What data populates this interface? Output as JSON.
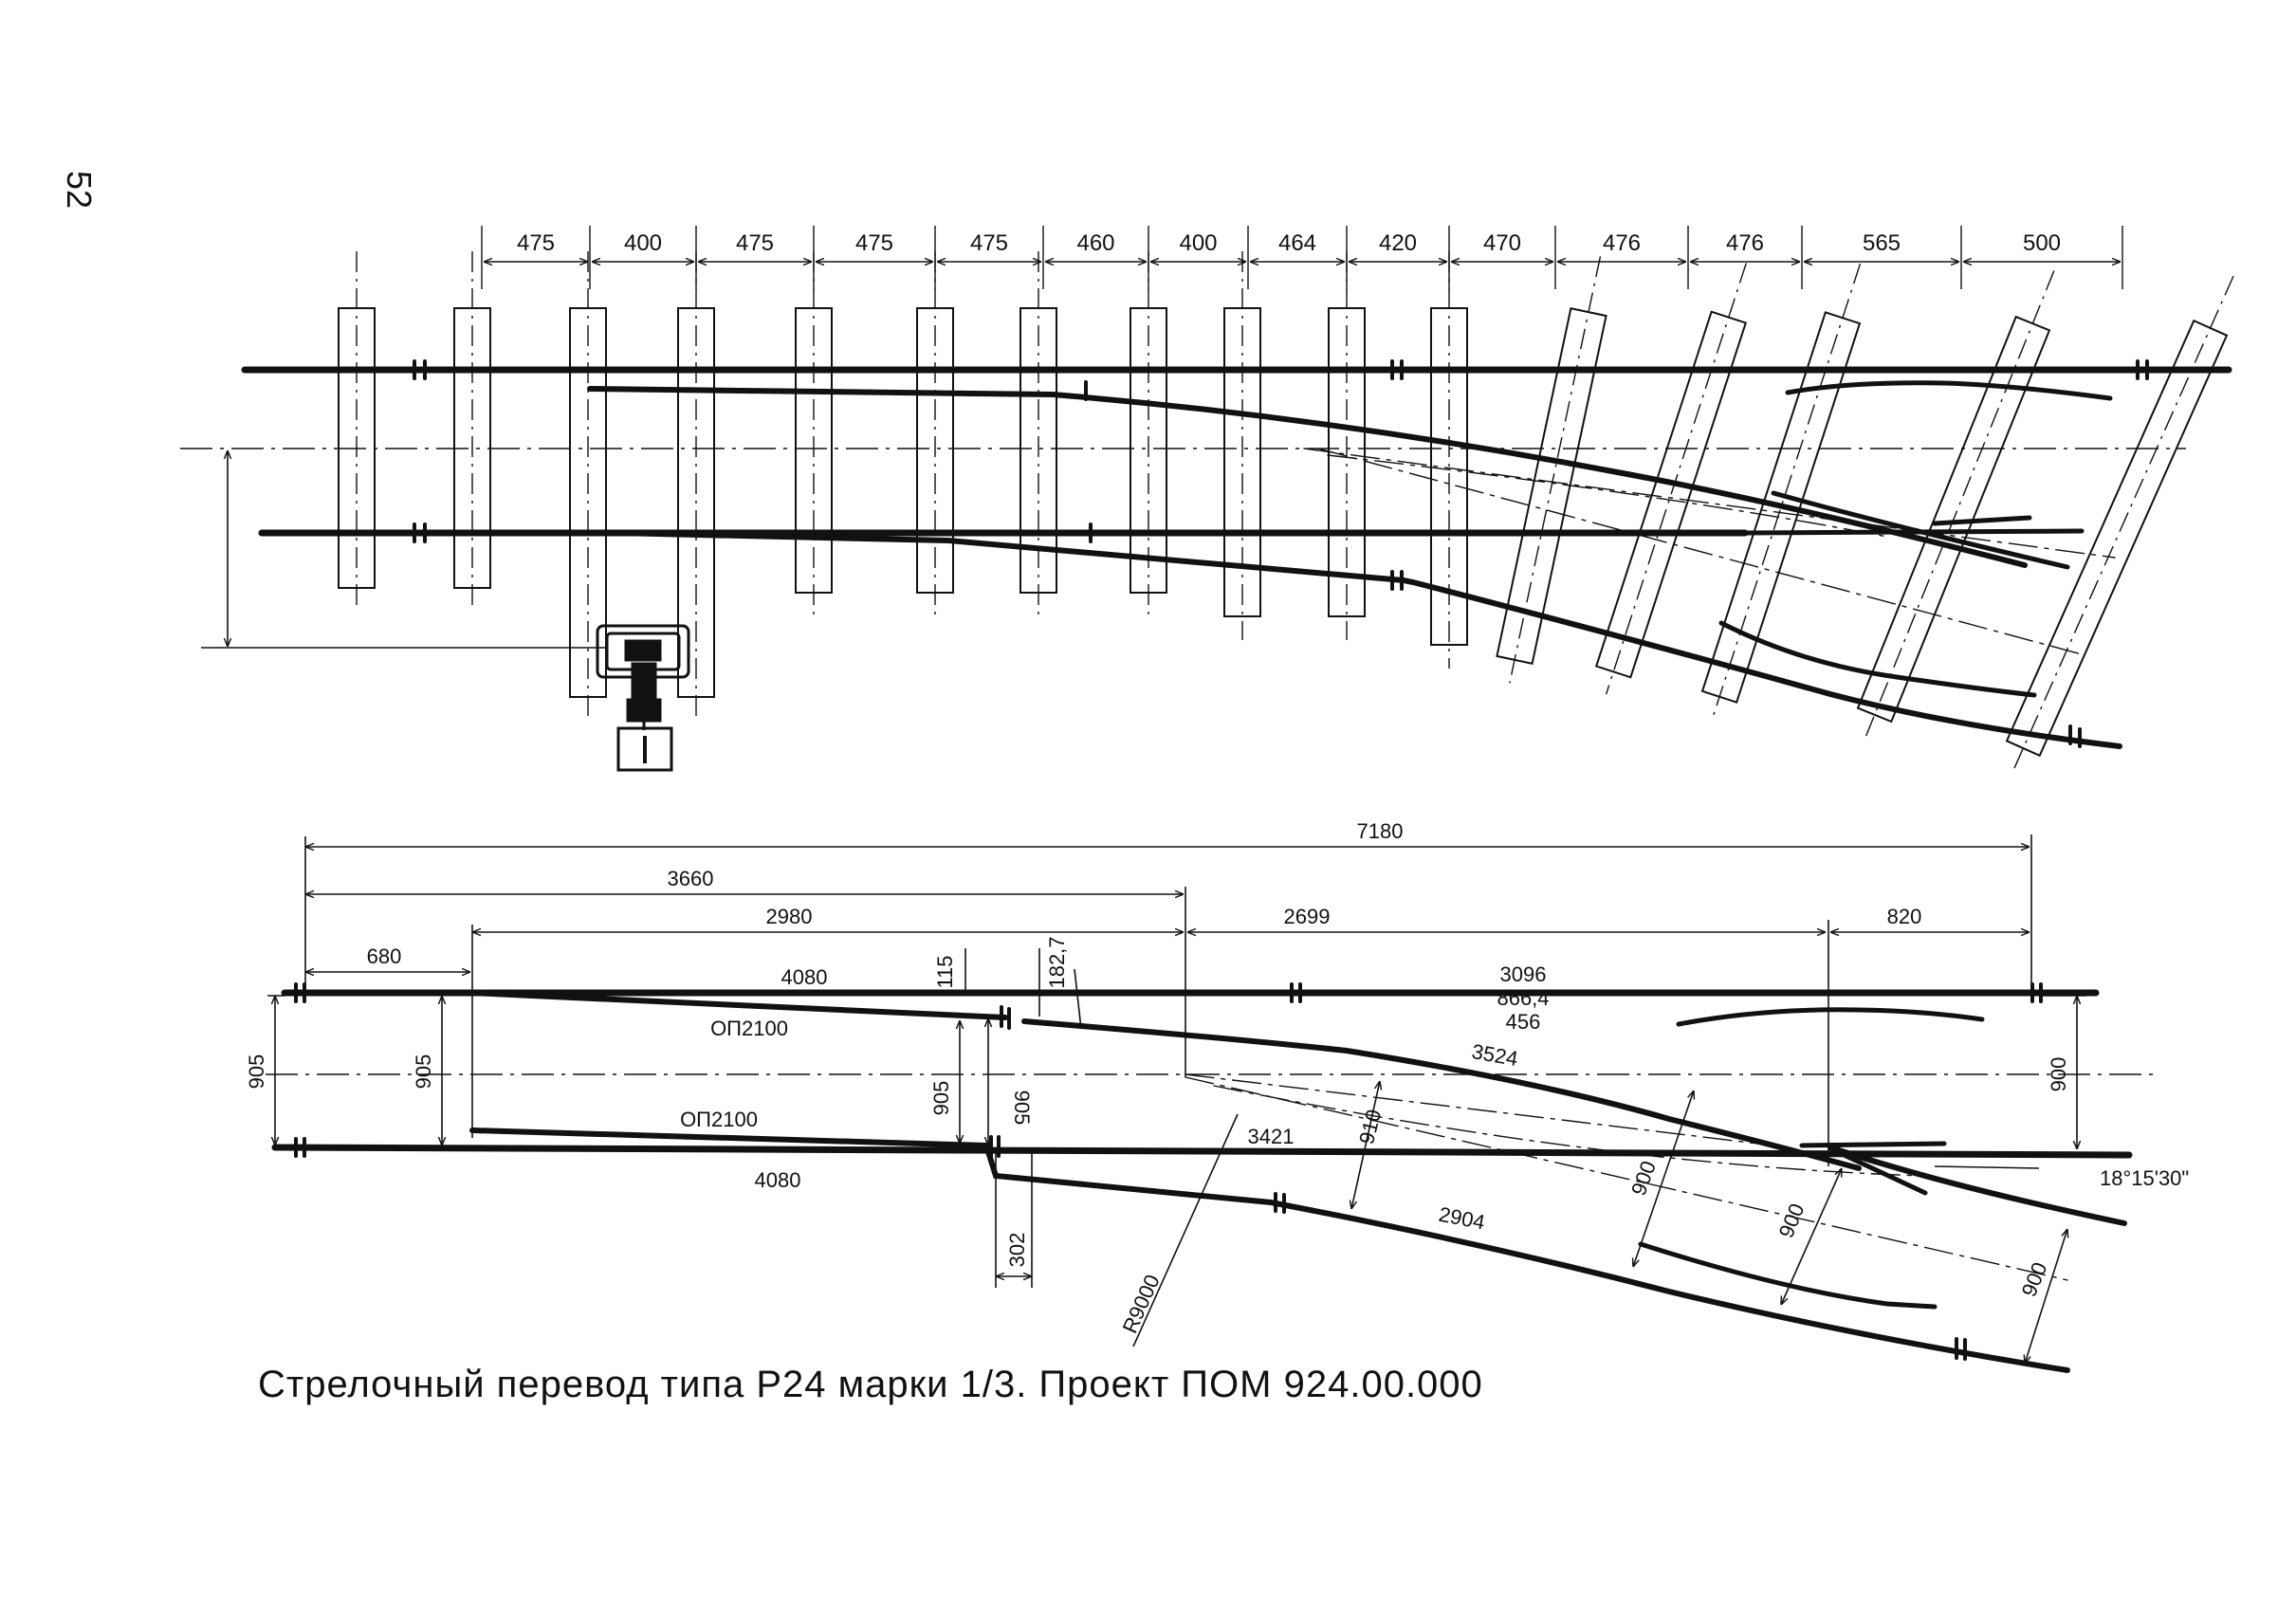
{
  "page": {
    "number": "52",
    "caption": "Стрелочный перевод типа Р24   марки   1/3. Проект ПОМ 924.00.000"
  },
  "colors": {
    "ink": "#111111",
    "background": "#ffffff"
  },
  "plan_view": {
    "sleeper_spacing": [
      "475",
      "400",
      "475",
      "475",
      "475",
      "460",
      "400",
      "464",
      "420",
      "470",
      "476",
      "476",
      "565",
      "500"
    ],
    "drive": {
      "icon": "switch-machine-icon"
    }
  },
  "scheme_view": {
    "overall": {
      "total": "7180",
      "to_center": "3660",
      "switch_length": "2980",
      "frame_to_cross": "2699",
      "tail": "820",
      "front": "680"
    },
    "rails": {
      "stock": "4080",
      "stock_lower": "4080",
      "point_upper": "ОП2100",
      "point_lower": "ОП2100",
      "curve_outer": "3524",
      "curve_inner": "3421",
      "guard_rail": "2904",
      "straight_rails": [
        "3096",
        "866,4",
        "456"
      ]
    },
    "offsets": {
      "flangeway_115": "115",
      "offset_182": "182,7",
      "joint_302": "302"
    },
    "gauges": {
      "left_905": "905",
      "inner_905": "905",
      "point_905_a": "905",
      "point_905_b": "905",
      "right_900": "900",
      "curve_910": "910",
      "div_900_a": "900",
      "div_900_b": "900",
      "div_900_c": "900"
    },
    "radius": "R9000",
    "frog_angle": "18°15'30\""
  }
}
